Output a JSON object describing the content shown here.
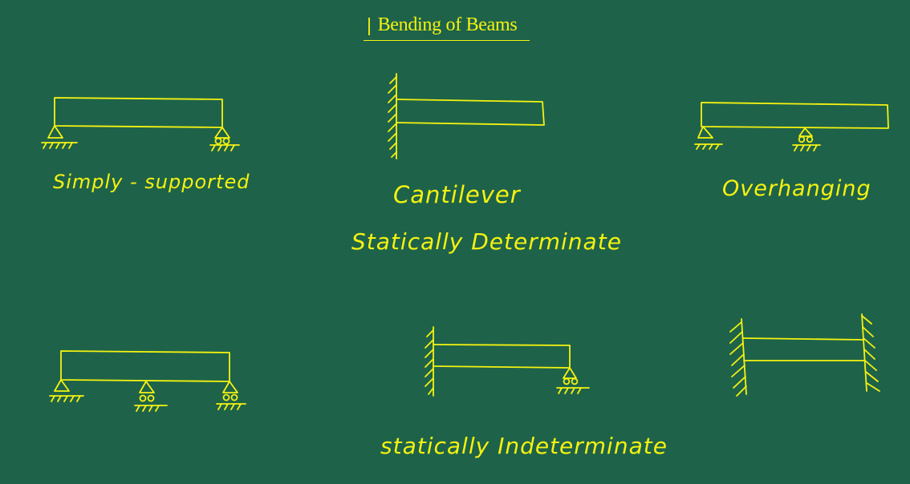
{
  "page": {
    "title": "Bending of Beams"
  },
  "labels": {
    "simply_supported": "Simply - supported",
    "cantilever": "Cantilever",
    "overhanging": "Overhanging",
    "determinate": "Statically Determinate",
    "indeterminate": "statically Indeterminate"
  },
  "colors": {
    "board": "#1e6349",
    "chalk": "#f5f211"
  }
}
